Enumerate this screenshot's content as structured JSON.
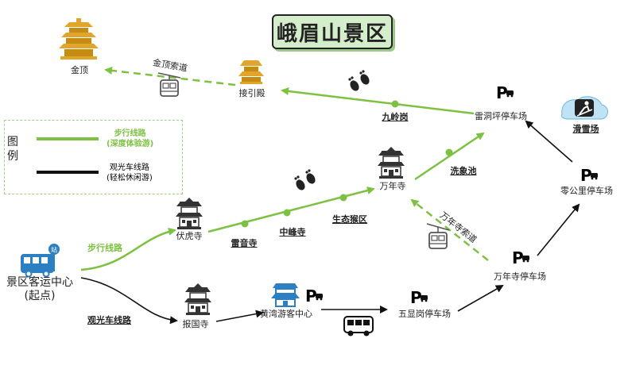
{
  "title": "峨眉山景区",
  "legend": {
    "heading": "图例",
    "walking": {
      "line1": "步行线路",
      "line2": "(深度体验游)",
      "color": "#7dc142"
    },
    "bus": {
      "line1": "观光车线路",
      "line2": "(轻松休闲游)",
      "color": "#111111"
    }
  },
  "places": {
    "jinding": "金顶",
    "jiedian": "接引殿",
    "jiulinggang": "九岭岗",
    "leidongping": "雷洞坪停车场",
    "huaxuechang": "滑雪场",
    "xixiangchi": "洗象池",
    "wanniansi": "万年寺",
    "linggongli": "零公里停车场",
    "fuhusi": "伏虎寺",
    "leiyinsi": "雷音寺",
    "zhongfengsi": "中峰寺",
    "shengtaihouqu": "生态猴区",
    "wanniansi_parking": "万年寺停车场",
    "hub_line1": "景区客运中心",
    "hub_line2": "(起点)",
    "baoguosi": "报国寺",
    "huangwan": "黄湾游客中心",
    "wuxiangang": "五显岗停车场"
  },
  "routes": {
    "jinding_cableway": "金顶索道",
    "wanniansi_cableway": "万年寺索道",
    "walking_route": "步行线路",
    "bus_route": "观光车线路"
  },
  "icons": {
    "parking": "P",
    "bus_stop_sign": "站"
  }
}
